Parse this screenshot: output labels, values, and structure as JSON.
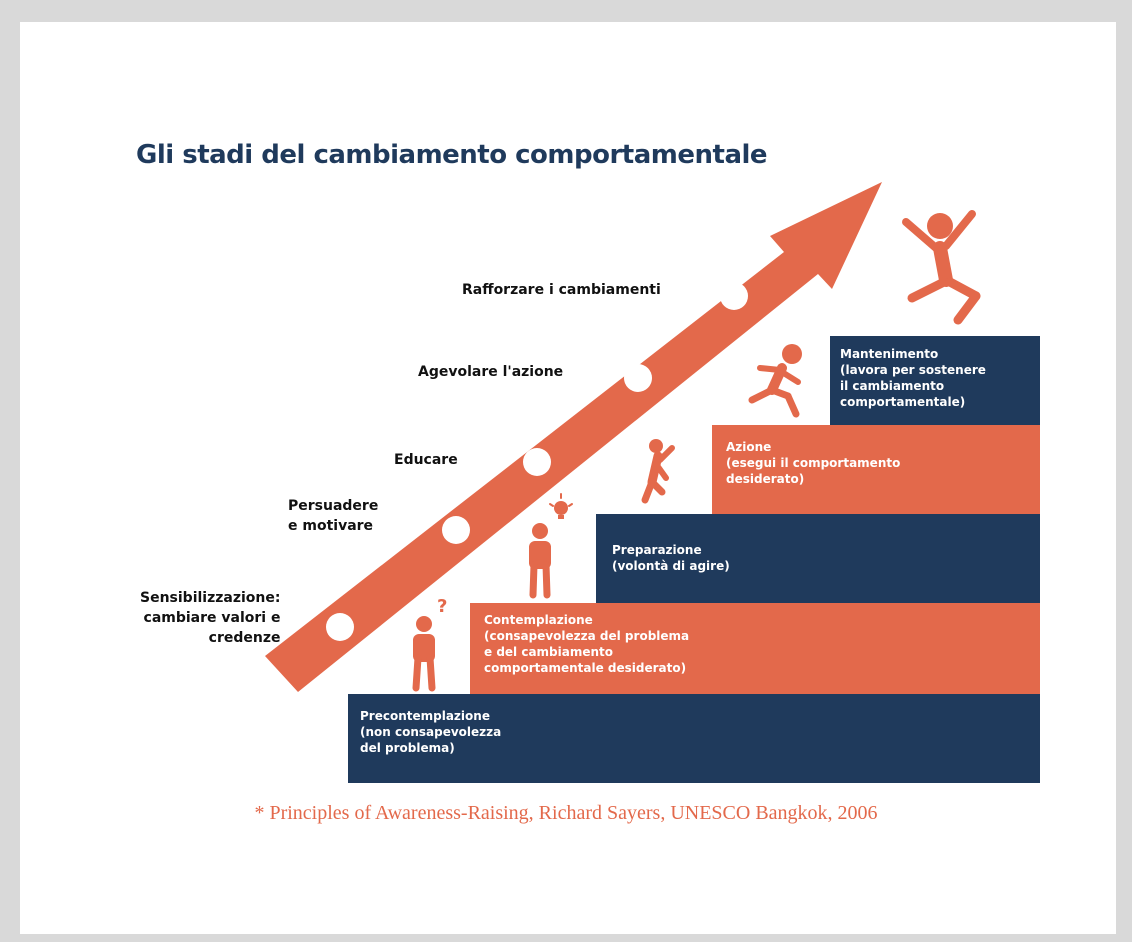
{
  "title": "Gli stadi del cambiamento comportamentale",
  "colors": {
    "navy": "#1f3a5c",
    "orange": "#e3694b",
    "frame": "#d9d9d9"
  },
  "steps": [
    {
      "name": "precontemplazione",
      "color": "navy",
      "lines": [
        "Precontemplazione",
        "(non consapevolezza",
        "del problema)"
      ]
    },
    {
      "name": "contemplazione",
      "color": "orange",
      "lines": [
        "Contemplazione",
        "(consapevolezza del problema",
        "e del cambiamento",
        "comportamentale desiderato)"
      ]
    },
    {
      "name": "preparazione",
      "color": "navy",
      "lines": [
        "Preparazione",
        "(volontà di agire)"
      ]
    },
    {
      "name": "azione",
      "color": "orange",
      "lines": [
        "Azione",
        "(esegui il comportamento",
        "desiderato)"
      ]
    },
    {
      "name": "mantenimento",
      "color": "navy",
      "lines": [
        "Mantenimento",
        "(lavora per sostenere",
        "il cambiamento",
        "comportamentale)"
      ]
    }
  ],
  "stage_labels": [
    {
      "name": "sensibilizzazione",
      "lines": [
        "Sensibilizzazione:",
        "cambiare valori e",
        "credenze"
      ]
    },
    {
      "name": "persuadere",
      "lines": [
        "Persuadere",
        "e motivare"
      ]
    },
    {
      "name": "educare",
      "lines": [
        "Educare"
      ]
    },
    {
      "name": "agevolare",
      "lines": [
        "Agevolare l'azione"
      ]
    },
    {
      "name": "rafforzare",
      "lines": [
        "Rafforzare i cambiamenti"
      ]
    }
  ],
  "figures": [
    "question-person-icon",
    "idea-person-icon",
    "climbing-person-icon",
    "running-person-icon",
    "jumping-person-icon"
  ],
  "question_mark": "?",
  "caption": "* Principles of Awareness-Raising, Richard Sayers, UNESCO Bangkok, 2006"
}
